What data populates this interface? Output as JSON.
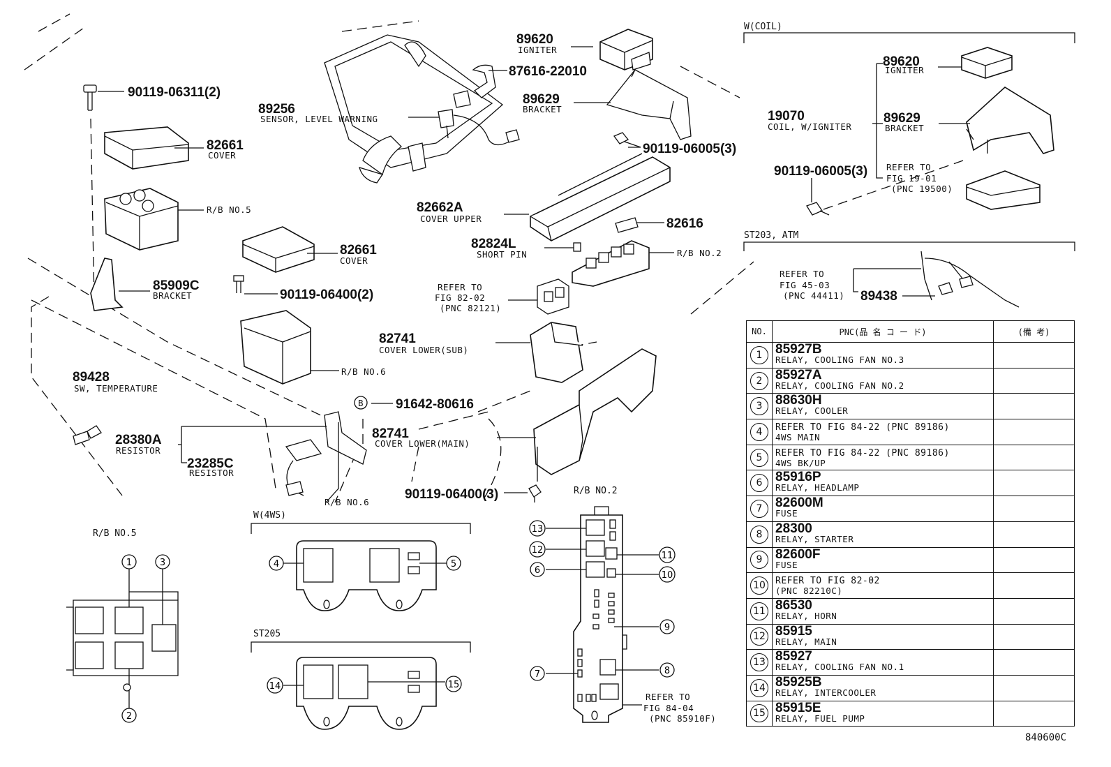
{
  "figure_code": "840600C",
  "sections": {
    "w_coil": "W(COIL)",
    "st203_atm": "ST203, ATM",
    "rb5_detail": "R/B NO.5",
    "w_4ws": "W(4WS)",
    "st205": "ST205",
    "rb2_detail": "R/B NO.2"
  },
  "callouts": {
    "c89620": {
      "pn": "89620",
      "desc": "IGNITER"
    },
    "c87616": {
      "pn": "87616-22010"
    },
    "c89629": {
      "pn": "89629",
      "desc": "BRACKET"
    },
    "c89256": {
      "pn": "89256",
      "desc": "SENSOR, LEVEL WARNING"
    },
    "c90119_06311": {
      "pn": "90119-06311(2)"
    },
    "c82661a": {
      "pn": "82661",
      "desc": "COVER"
    },
    "rb5": {
      "desc": "R/B NO.5"
    },
    "c82661b": {
      "pn": "82661",
      "desc": "COVER"
    },
    "c90119_06400_2": {
      "pn": "90119-06400(2)"
    },
    "c85909c": {
      "pn": "85909C",
      "desc": "BRACKET"
    },
    "rb6a": {
      "desc": "R/B NO.6"
    },
    "c89428": {
      "pn": "89428",
      "desc": "SW, TEMPERATURE"
    },
    "c28380a": {
      "pn": "28380A",
      "desc": "RESISTOR"
    },
    "c23285c": {
      "pn": "23285C",
      "desc": "RESISTOR"
    },
    "rb6b": {
      "desc": "R/B NO.6"
    },
    "c90119_06005": {
      "pn": "90119-06005(3)"
    },
    "c82662a": {
      "pn": "82662A",
      "desc": "COVER UPPER"
    },
    "c82616": {
      "pn": "82616"
    },
    "c82824l": {
      "pn": "82824L",
      "desc": "SHORT PIN"
    },
    "rb2": {
      "desc": "R/B NO.2"
    },
    "ref82_02": {
      "l1": "REFER TO",
      "l2": "FIG 82-02",
      "l3": "(PNC 82121)"
    },
    "c82741_sub": {
      "pn": "82741",
      "desc": "COVER LOWER(SUB)"
    },
    "b_marker": {
      "letter": "B",
      "pn": "91642-80616"
    },
    "c82741_main": {
      "pn": "82741",
      "desc": "COVER LOWER(MAIN)"
    },
    "c90119_06400_3": {
      "pn": "90119-06400(3)"
    },
    "coil_89620": {
      "pn": "89620",
      "desc": "IGNITER"
    },
    "coil_19070": {
      "pn": "19070",
      "desc": "COIL, W/IGNITER"
    },
    "coil_89629": {
      "pn": "89629",
      "desc": "BRACKET"
    },
    "coil_90119": {
      "pn": "90119-06005(3)"
    },
    "ref19_01": {
      "l1": "REFER TO",
      "l2": "FIG 19-01",
      "l3": "(PNC 19500)"
    },
    "ref45_03": {
      "l1": "REFER TO",
      "l2": "FIG 45-03",
      "l3": "(PNC 44411)"
    },
    "c89438": {
      "pn": "89438"
    },
    "ref84_04": {
      "l1": "REFER TO",
      "l2": "FIG 84-04",
      "l3": "(PNC 85910F)"
    }
  },
  "detail_numbers": {
    "rb5": [
      "1",
      "3",
      "2"
    ],
    "w4ws": [
      "4",
      "5"
    ],
    "st205": [
      "14",
      "15"
    ],
    "rb2_left": [
      "13",
      "12",
      "6",
      "7"
    ],
    "rb2_right": [
      "11",
      "10",
      "9",
      "8"
    ]
  },
  "table": {
    "headers": {
      "no": "NO.",
      "pnc": "PNC(品 名 コ ー ド)",
      "remarks": "(備 考)"
    },
    "rows": [
      {
        "no": "1",
        "pnc": "85927B",
        "desc": "RELAY, COOLING FAN NO.3",
        "remarks": ""
      },
      {
        "no": "2",
        "pnc": "85927A",
        "desc": "RELAY, COOLING FAN NO.2",
        "remarks": ""
      },
      {
        "no": "3",
        "pnc": "88630H",
        "desc": "RELAY, COOLER",
        "remarks": ""
      },
      {
        "no": "4",
        "ref": "REFER TO FIG 84-22  (PNC 89186)",
        "desc": "4WS MAIN",
        "remarks": ""
      },
      {
        "no": "5",
        "ref": "REFER TO FIG 84-22  (PNC 89186)",
        "desc": "4WS BK/UP",
        "remarks": ""
      },
      {
        "no": "6",
        "pnc": "85916P",
        "desc": "RELAY, HEADLAMP",
        "remarks": ""
      },
      {
        "no": "7",
        "pnc": "82600M",
        "desc": "FUSE",
        "remarks": ""
      },
      {
        "no": "8",
        "pnc": "28300",
        "desc": "RELAY, STARTER",
        "remarks": ""
      },
      {
        "no": "9",
        "pnc": "82600F",
        "desc": "FUSE",
        "remarks": ""
      },
      {
        "no": "10",
        "ref": "REFER TO FIG 82-02",
        "desc": "(PNC 82210C)",
        "remarks": ""
      },
      {
        "no": "11",
        "pnc": "86530",
        "desc": "RELAY, HORN",
        "remarks": ""
      },
      {
        "no": "12",
        "pnc": "85915",
        "desc": "RELAY, MAIN",
        "remarks": ""
      },
      {
        "no": "13",
        "pnc": "85927",
        "desc": "RELAY, COOLING FAN NO.1",
        "remarks": ""
      },
      {
        "no": "14",
        "pnc": "85925B",
        "desc": "RELAY, INTERCOOLER",
        "remarks": ""
      },
      {
        "no": "15",
        "pnc": "85915E",
        "desc": "RELAY, FUEL PUMP",
        "remarks": ""
      }
    ]
  }
}
